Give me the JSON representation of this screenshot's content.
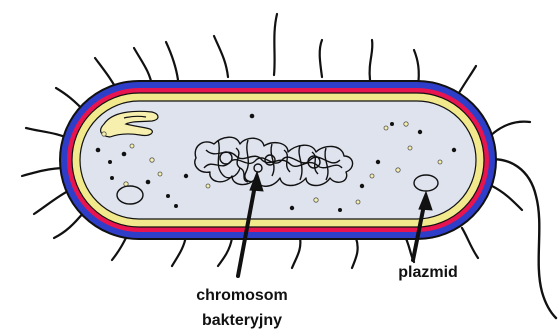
{
  "labels": {
    "chromosome_line1": "chromosom",
    "chromosome_line2": "bakteryjny",
    "plasmid": "plazmid"
  },
  "colors": {
    "capsule": "#2f3ec9",
    "cell_wall": "#e8144f",
    "membrane": "#f2e98c",
    "cytoplasm": "#dfe3ee",
    "outline": "#111111",
    "ribosome_dark": "#111111",
    "ribosome_light": "#f6efae"
  }
}
